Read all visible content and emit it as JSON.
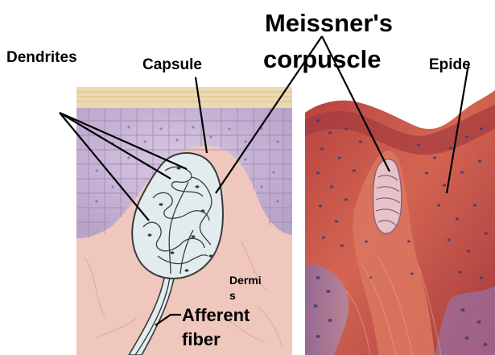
{
  "labels": {
    "dendrites": "Dendrites",
    "capsule": "Capsule",
    "title_line1": "Meissner's",
    "title_line2": "corpuscle",
    "epidermis": "Epide",
    "dermis_line1": "Dermi",
    "dermis_line2": "s",
    "afferent_line1": "Afferent",
    "afferent_line2": "fiber"
  },
  "colors": {
    "epidermis_cells": "#c9b6d6",
    "dermis": "#efc7bd",
    "corpuscle": "#e2ecee",
    "stratum_corneum": "#ecd9b0",
    "micrograph_tissue": "#c04a43",
    "micrograph_nuclei": "#3c3d7a"
  }
}
